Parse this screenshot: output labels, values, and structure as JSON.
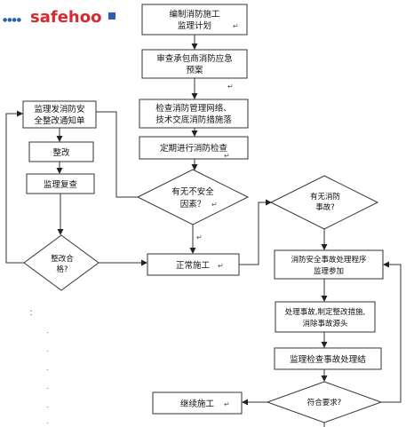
{
  "logo": {
    "text": "safehoo",
    "dots": "●●●●",
    "accent": "#d9282f",
    "box_color": "#2b5fb0"
  },
  "nodes": {
    "n1_l1": "编制消防施工",
    "n1_l2": "监理计划",
    "n2_l1": "审查承包商消防应急",
    "n2_l2": "预案",
    "n3_l1": "检查消防管理网络、",
    "n3_l2": "技术交底消防措施落",
    "n4": "定期进行消防检查",
    "d1_l1": "有无不安全",
    "d1_l2": "因素？",
    "n5": "正常施工",
    "l1_l1": "监理发消防安",
    "l1_l2": "全整改通知单",
    "l2": "整改",
    "l3": "监理复查",
    "d2_l1": "整改合",
    "d2_l2": "格?",
    "d3_l1": "有无消防",
    "d3_l2": "事故?",
    "r1_l1": "消防安全事故处理程序",
    "r1_l2": "监理参加",
    "r2_l1": "处理事故,制定整改措施,",
    "r2_l2": "消除事故源头",
    "r3": "监理检查事故处理结",
    "d4": "符合要求?",
    "n6": "继续施工"
  },
  "marks": {
    "return": "↵",
    "line": "：",
    "dot": "."
  },
  "colors": {
    "line": "#333333",
    "box_border": "#333333",
    "fill": "#ffffff"
  }
}
